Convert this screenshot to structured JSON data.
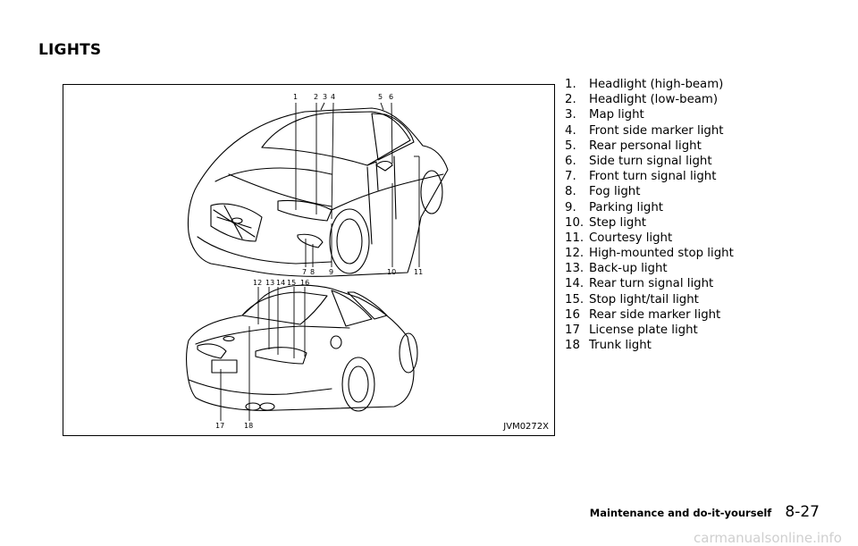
{
  "section_title": "LIGHTS",
  "figure": {
    "code": "JVM0272X",
    "front_callouts": [
      "1",
      "2",
      "3",
      "4",
      "5",
      "6",
      "7",
      "8",
      "9",
      "10",
      "11"
    ],
    "rear_callouts": [
      "12",
      "13",
      "14",
      "15",
      "16",
      "17",
      "18"
    ]
  },
  "lights": [
    {
      "num": "1.",
      "label": "Headlight (high-beam)"
    },
    {
      "num": "2.",
      "label": "Headlight (low-beam)"
    },
    {
      "num": "3.",
      "label": "Map light"
    },
    {
      "num": "4.",
      "label": "Front side marker light"
    },
    {
      "num": "5.",
      "label": "Rear personal light"
    },
    {
      "num": "6.",
      "label": "Side turn signal light"
    },
    {
      "num": "7.",
      "label": "Front turn signal light"
    },
    {
      "num": "8.",
      "label": "Fog light"
    },
    {
      "num": "9.",
      "label": "Parking light"
    },
    {
      "num": "10.",
      "label": "Step light"
    },
    {
      "num": "11.",
      "label": "Courtesy light"
    },
    {
      "num": "12.",
      "label": "High-mounted stop light"
    },
    {
      "num": "13.",
      "label": "Back-up light"
    },
    {
      "num": "14.",
      "label": "Rear turn signal light"
    },
    {
      "num": "15.",
      "label": "Stop light/tail light"
    },
    {
      "num": "16",
      "label": "Rear side marker light"
    },
    {
      "num": "17",
      "label": "License plate light"
    },
    {
      "num": "18",
      "label": "Trunk light"
    }
  ],
  "footer": {
    "chapter": "Maintenance and do-it-yourself",
    "page": "8-27"
  },
  "watermark": "carmanualsonline.info"
}
